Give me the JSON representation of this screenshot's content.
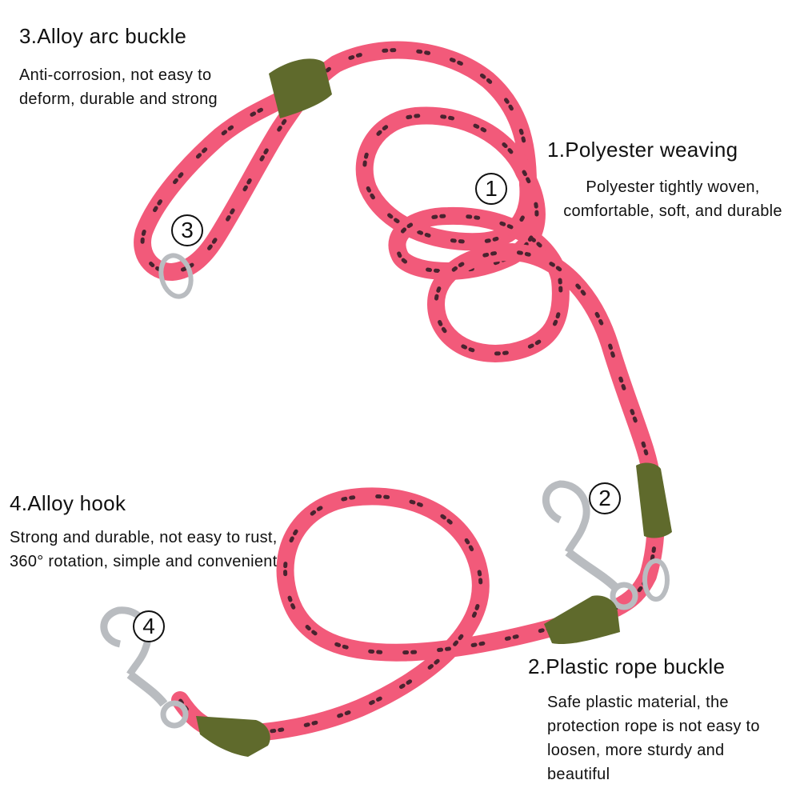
{
  "features": [
    {
      "number": "1",
      "title": "1.Polyester weaving",
      "description": "Polyester tightly woven, comfortable, soft, and durable"
    },
    {
      "number": "2",
      "title": "2.Plastic rope buckle",
      "description": "Safe plastic material, the protection rope is not easy to loosen, more sturdy and beautiful"
    },
    {
      "number": "3",
      "title": "3.Alloy arc buckle",
      "description": "Anti-corrosion, not easy to deform, durable and strong"
    },
    {
      "number": "4",
      "title": "4.Alloy hook",
      "description": "Strong and durable, not easy to rust, 360° rotation, simple and convenient"
    }
  ],
  "colors": {
    "rope": "#f25a7a",
    "rope_pattern": "#2a1a22",
    "buckle": "#5f6a2c",
    "metal": "#b9bcc0"
  }
}
